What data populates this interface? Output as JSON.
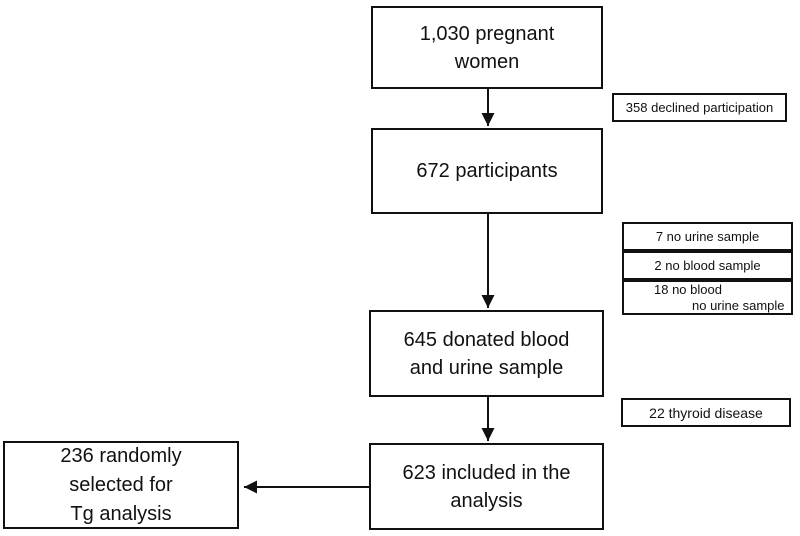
{
  "diagram": {
    "title_hint": "participant flow diagram",
    "colors": {
      "background": "#ffffff",
      "line": "#111111",
      "box_fill": "#ffffff"
    },
    "main_boxes": {
      "pregnant_women": "1,030 pregnant\nwomen",
      "participants": "672 participants",
      "donated": "645 donated blood\nand urine sample",
      "included": "623 included in the\nanalysis",
      "tg_analysis": "236 randomly\nselected for\nTg analysis"
    },
    "exclusion_boxes": {
      "declined": "358 declined participation",
      "no_urine": "7 no urine sample",
      "no_blood": "2 no blood sample",
      "no_blood_no_urine_line1": "18 no blood",
      "no_blood_no_urine_line2": "no urine sample",
      "thyroid": "22 thyroid disease"
    }
  }
}
